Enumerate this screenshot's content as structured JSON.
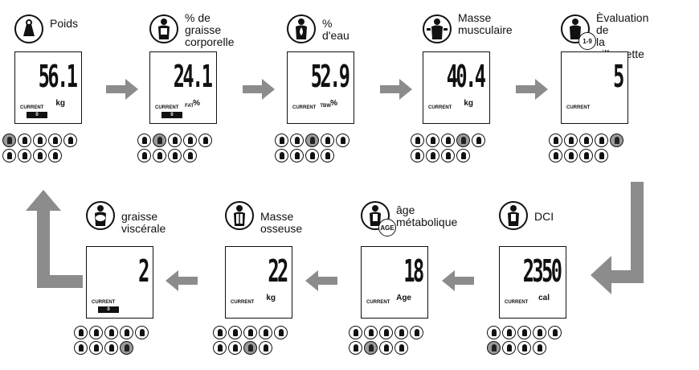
{
  "steps": [
    {
      "title": "Poids",
      "value": "56.1",
      "unit": "kg",
      "extra": "",
      "current": "CURRENT",
      "profile": "0",
      "icon": "weight-icon"
    },
    {
      "title": "% de graisse\ncorporelle",
      "value": "24.1",
      "unit": "%",
      "extra": "FAT",
      "current": "CURRENT",
      "profile": "0",
      "icon": "body-fat-icon"
    },
    {
      "title": "% d'eau",
      "value": "52.9",
      "unit": "%",
      "extra": "TBW",
      "current": "CURRENT",
      "profile": "",
      "icon": "water-icon"
    },
    {
      "title": "Masse\nmusculaire",
      "value": "40.4",
      "unit": "kg",
      "extra": "",
      "current": "CURRENT",
      "profile": "",
      "icon": "muscle-icon"
    },
    {
      "title": "Èvaluation de\nla silhouette",
      "value": "5",
      "unit": "",
      "extra": "",
      "current": "CURRENT",
      "profile": "",
      "icon": "physique-rating-icon",
      "badge": "1-9"
    },
    {
      "title": "DCI",
      "value": "2350",
      "unit": "cal",
      "extra": "",
      "current": "CURRENT",
      "profile": "",
      "icon": "dci-icon"
    },
    {
      "title": "âge\nmétabolique",
      "value": "18",
      "unit": "Age",
      "extra": "",
      "current": "CURRENT",
      "profile": "",
      "icon": "metabolic-age-icon",
      "badge": "AGE"
    },
    {
      "title": "Masse osseuse",
      "value": "22",
      "unit": "kg",
      "extra": "",
      "current": "CURRENT",
      "profile": "",
      "icon": "bone-mass-icon"
    },
    {
      "title": "graisse viscérale",
      "value": "2",
      "unit": "",
      "extra": "",
      "current": "CURRENT",
      "profile": "0",
      "icon": "visceral-fat-icon"
    }
  ],
  "colors": {
    "arrow": "#8c8c8c",
    "line": "#111111",
    "highlight": "#9a9a9a"
  }
}
